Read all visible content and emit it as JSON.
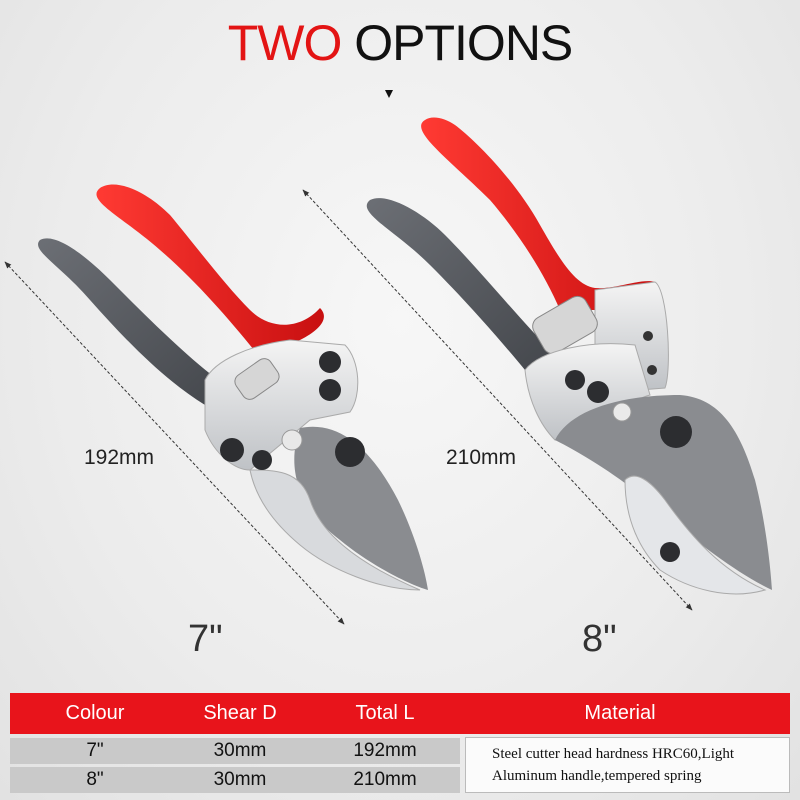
{
  "title": {
    "part1": "TWO",
    "part2": "OPTIONS"
  },
  "colors": {
    "accent": "#e31414",
    "handle_red": "#e8231f",
    "handle_grey": "#5a5d63",
    "blade": "#8a8c90",
    "table_row": "#c9c9c9"
  },
  "products": [
    {
      "length_label": "192mm",
      "size_label": "7\""
    },
    {
      "length_label": "210mm",
      "size_label": "8\""
    }
  ],
  "table": {
    "headers": {
      "colour": "Colour",
      "shear": "Shear D",
      "total": "Total L",
      "material": "Material"
    },
    "rows": [
      {
        "colour": "7\"",
        "shear": "30mm",
        "total": "192mm"
      },
      {
        "colour": "8\"",
        "shear": "30mm",
        "total": "210mm"
      }
    ],
    "material_lines": [
      "Steel cutter head hardness HRC60,Light",
      "Aluminum handle,tempered spring"
    ]
  },
  "icons": [
    "caret-down-icon",
    "pruning-shears-7in",
    "pruning-shears-8in",
    "dimension-arrow"
  ]
}
